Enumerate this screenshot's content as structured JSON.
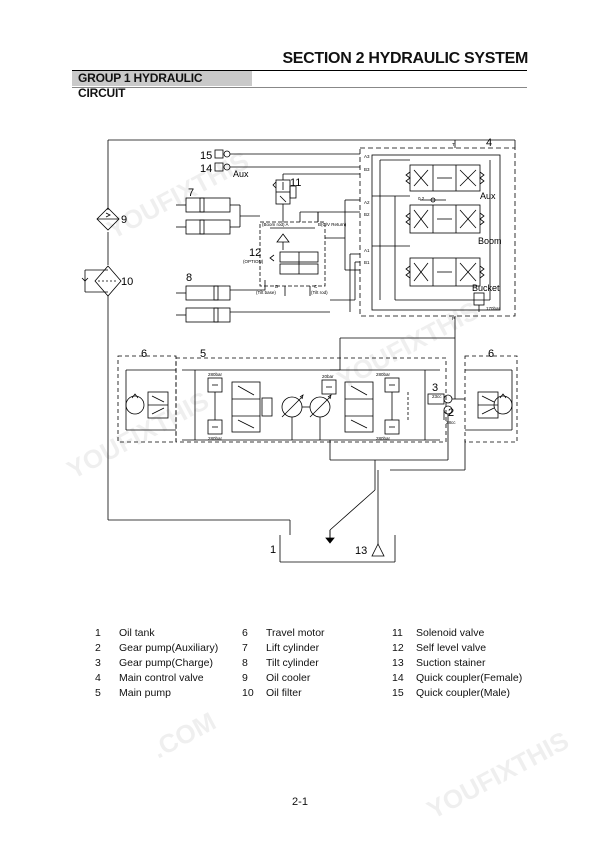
{
  "header": {
    "section_title": "SECTION 2  HYDRAULIC SYSTEM",
    "group_title": "GROUP 1  HYDRAULIC CIRCUIT"
  },
  "diagram": {
    "callouts": {
      "c1": "1",
      "c2": "2",
      "c3": "3",
      "c4": "4",
      "c5": "5",
      "c6a": "6",
      "c6b": "6",
      "c7": "7",
      "c8": "8",
      "c9": "9",
      "c10": "10",
      "c11": "11",
      "c12": "12",
      "c13": "13",
      "c14": "14",
      "c15": "15"
    },
    "labels": {
      "aux_left": "Aux",
      "aux_right": "Aux",
      "boom": "Boom",
      "bucket": "Bucket",
      "option": "(OPTION)",
      "boom_rod": "(Boom rod) A",
      "cv_return": "B(C/V Return)",
      "tilt_base": "(Tilt base)",
      "tilt_rod": "(Tilt rod)",
      "port_d": "D",
      "port_c": "C",
      "port_t": "T",
      "port_p": "P",
      "port_a3": "A3",
      "port_b3": "B3",
      "port_a2": "A2",
      "port_b2": "B2",
      "port_a1": "A1",
      "port_b1": "B1",
      "relief_170": "170bar",
      "cc_23": "23cc",
      "cc_28": "28cc",
      "bar_280a": "280bar",
      "bar_280b": "280bar",
      "bar_280c": "280bar",
      "bar_280d": "280bar",
      "bar_20": "20bar",
      "d2": "0.2"
    }
  },
  "legend": [
    {
      "num": "1",
      "label": "Oil tank"
    },
    {
      "num": "2",
      "label": "Gear pump(Auxiliary)"
    },
    {
      "num": "3",
      "label": "Gear pump(Charge)"
    },
    {
      "num": "4",
      "label": "Main control valve"
    },
    {
      "num": "5",
      "label": "Main pump"
    },
    {
      "num": "6",
      "label": "Travel motor"
    },
    {
      "num": "7",
      "label": "Lift cylinder"
    },
    {
      "num": "8",
      "label": "Tilt cylinder"
    },
    {
      "num": "9",
      "label": "Oil cooler"
    },
    {
      "num": "10",
      "label": "Oil filter"
    },
    {
      "num": "11",
      "label": "Solenoid valve"
    },
    {
      "num": "12",
      "label": "Self level valve"
    },
    {
      "num": "13",
      "label": "Suction stainer"
    },
    {
      "num": "14",
      "label": "Quick coupler(Female)"
    },
    {
      "num": "15",
      "label": "Quick coupler(Male)"
    }
  ],
  "watermark": {
    "text_a": "YOUFIXTHIS",
    "text_b": ".COM"
  },
  "footer": {
    "page_number": "2-1"
  }
}
